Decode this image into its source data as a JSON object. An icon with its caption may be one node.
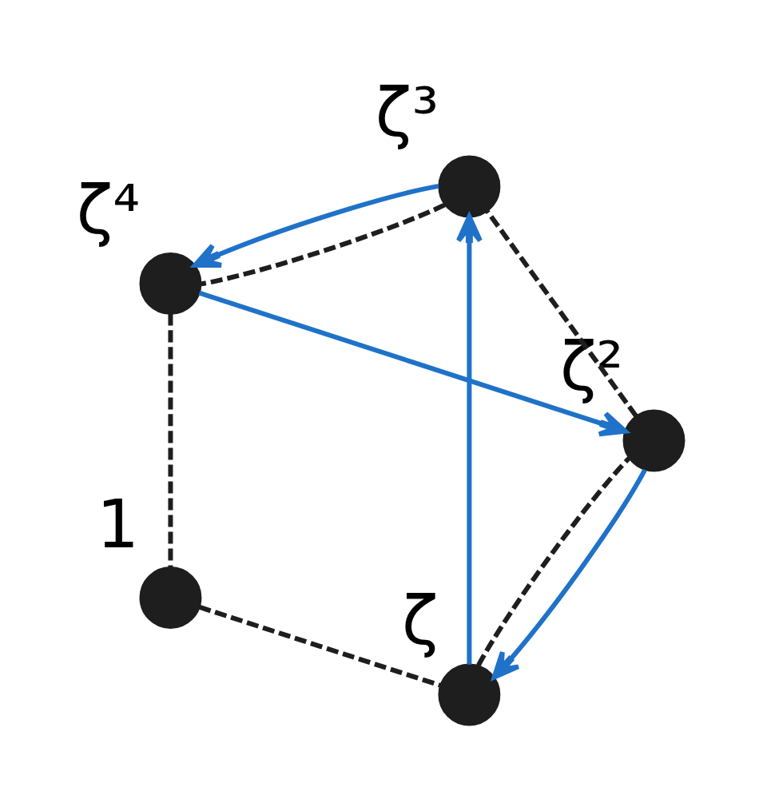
{
  "diagram": {
    "nodes": [
      {
        "text": [],
        "shape": "circle",
        "beside": [
          "ζ"
        ]
      },
      {
        "text": [],
        "shape": "circle",
        "beside": [
          "ζ²"
        ]
      },
      {
        "text": [],
        "shape": "circle",
        "beside": [
          "1"
        ]
      },
      {
        "text": [],
        "shape": "circle",
        "beside": [
          "ζ³"
        ]
      },
      {
        "text": [],
        "shape": "circle",
        "beside": [
          "ζ⁴"
        ]
      }
    ],
    "edges": [
      {
        "from": 2,
        "to": 0,
        "arrow": "none",
        "style": "dashed"
      },
      {
        "from": 0,
        "to": 1,
        "arrow": "none",
        "style": "dashed"
      },
      {
        "from": 1,
        "to": 3,
        "arrow": "none",
        "style": "dashed"
      },
      {
        "from": 3,
        "to": 4,
        "arrow": "none",
        "style": "dashed"
      },
      {
        "from": 4,
        "to": 2,
        "arrow": "none",
        "style": "dashed"
      },
      {
        "from": 1,
        "to": 0,
        "arrow": "to",
        "color": "#1f72c8"
      },
      {
        "from": 0,
        "to": 3,
        "arrow": "to",
        "color": "#1f72c8"
      },
      {
        "from": 3,
        "to": 4,
        "arrow": "to",
        "color": "#1f72c8"
      },
      {
        "from": 4,
        "to": 1,
        "arrow": "to",
        "color": "#1f72c8"
      }
    ]
  }
}
